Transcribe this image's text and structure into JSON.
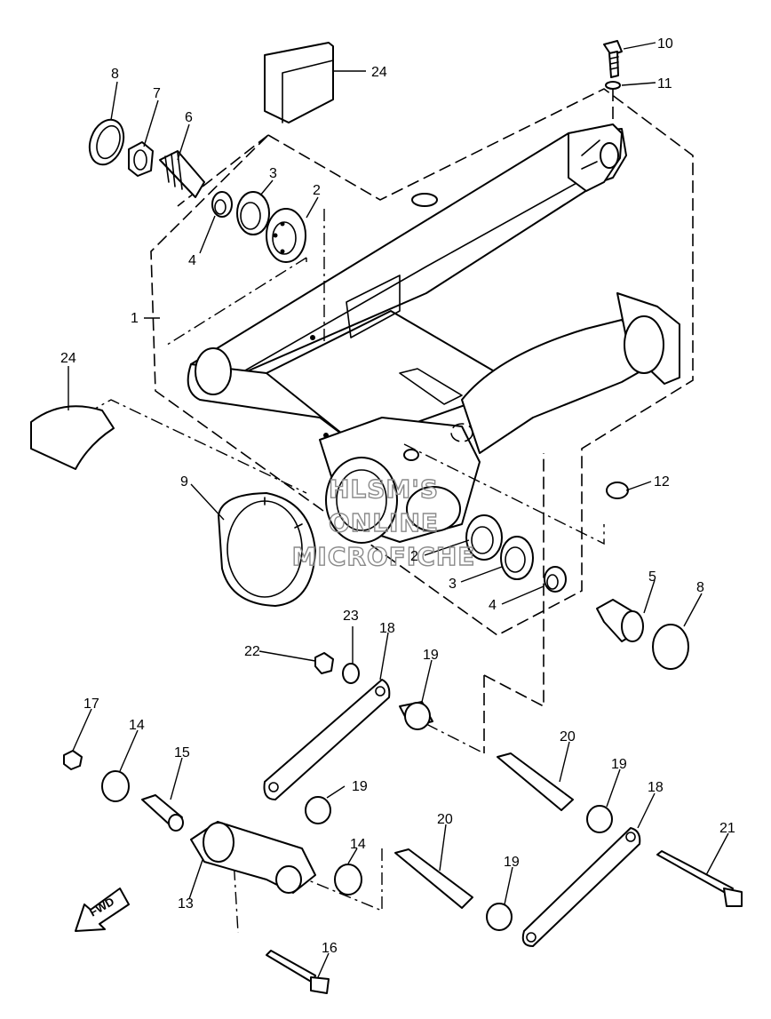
{
  "watermark": {
    "line1": "HLSM'S",
    "line2": "ONLINE",
    "line3": "MICROFICHE"
  },
  "direction_marker": "FWD",
  "callouts": {
    "c1": "1",
    "c2a": "2",
    "c2b": "2",
    "c3a": "3",
    "c3b": "3",
    "c4a": "4",
    "c4b": "4",
    "c5": "5",
    "c6": "6",
    "c7": "7",
    "c8a": "8",
    "c8b": "8",
    "c9": "9",
    "c10": "10",
    "c11": "11",
    "c12": "12",
    "c13": "13",
    "c14a": "14",
    "c14b": "14",
    "c15": "15",
    "c16": "16",
    "c17": "17",
    "c18a": "18",
    "c18b": "18",
    "c19a": "19",
    "c19b": "19",
    "c19c": "19",
    "c19d": "19",
    "c20a": "20",
    "c20b": "20",
    "c21": "21",
    "c22": "22",
    "c23": "23",
    "c24a": "24",
    "c24b": "24"
  }
}
